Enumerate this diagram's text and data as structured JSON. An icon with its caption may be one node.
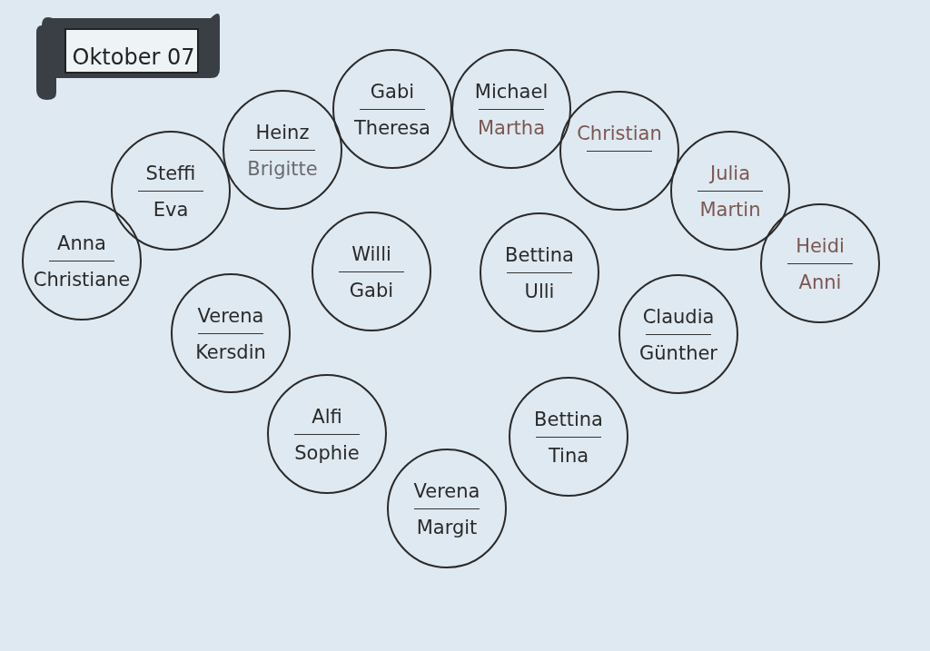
{
  "diagram": {
    "title": "Oktober 07",
    "nodes": [
      {
        "text": [
          "Anna",
          "Christiane"
        ]
      },
      {
        "text": [
          "Steffi",
          "Eva"
        ]
      },
      {
        "text": [
          "Heinz",
          "Brigitte"
        ]
      },
      {
        "text": [
          "Gabi",
          "Theresa"
        ]
      },
      {
        "text": [
          "Michael",
          "Martha"
        ]
      },
      {
        "text": [
          "Christian"
        ]
      },
      {
        "text": [
          "Julia",
          "Martin"
        ]
      },
      {
        "text": [
          "Heidi",
          "Anni"
        ]
      },
      {
        "text": [
          "Willi",
          "Gabi"
        ]
      },
      {
        "text": [
          "Bettina",
          "Ulli"
        ]
      },
      {
        "text": [
          "Verena",
          "Kersdin"
        ]
      },
      {
        "text": [
          "Claudia",
          "Günther"
        ]
      },
      {
        "text": [
          "Alfi",
          "Sophie"
        ]
      },
      {
        "text": [
          "Bettina",
          "Tina"
        ]
      },
      {
        "text": [
          "Verena",
          "Margit"
        ]
      }
    ]
  }
}
